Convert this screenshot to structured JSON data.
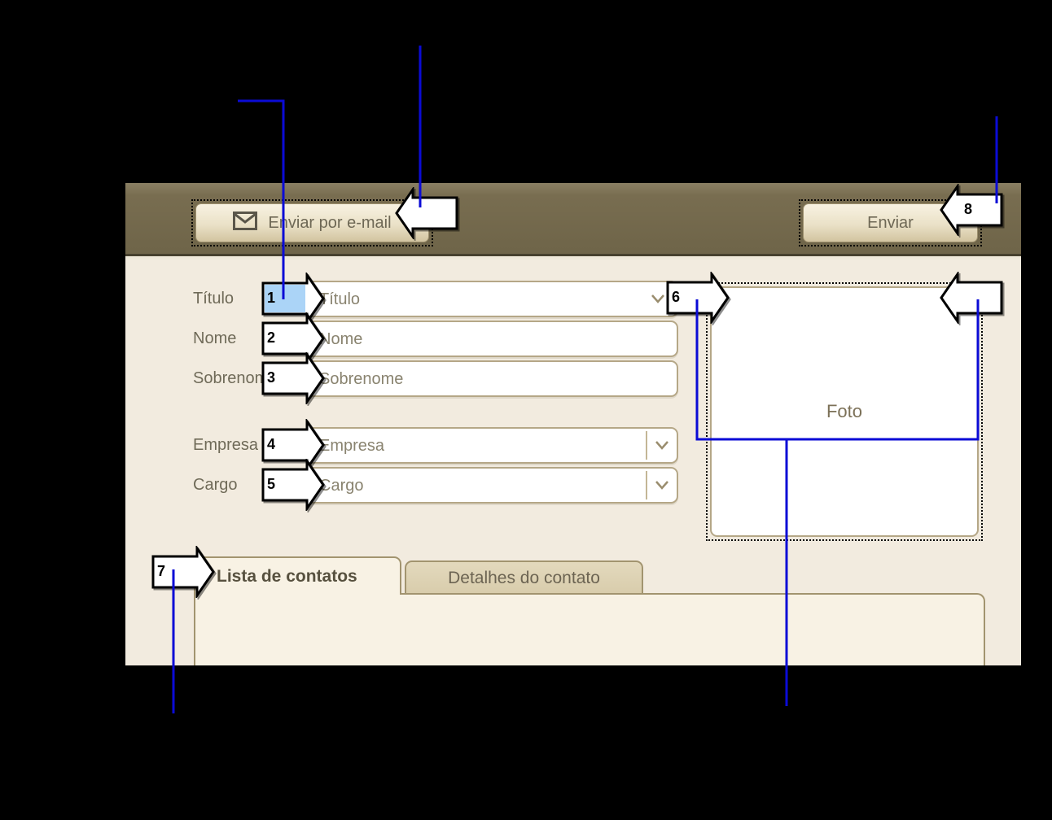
{
  "window": {
    "toolbar": {
      "email_button": "Enviar por e-mail",
      "send_button": "Enviar"
    },
    "form": {
      "fields": [
        {
          "label": "Título",
          "placeholder": "Título"
        },
        {
          "label": "Nome",
          "placeholder": "Nome"
        },
        {
          "label": "Sobrenome",
          "placeholder": "Sobrenome"
        },
        {
          "label": "Empresa",
          "placeholder": "Empresa"
        },
        {
          "label": "Cargo",
          "placeholder": "Cargo"
        }
      ],
      "photo_placeholder": "Foto"
    },
    "tabs": [
      {
        "label": "Lista de contatos",
        "active": true
      },
      {
        "label": "Detalhes do contato",
        "active": false
      }
    ]
  },
  "callouts": {
    "numbers": [
      "1",
      "2",
      "3",
      "4",
      "5",
      "6",
      "7",
      "8"
    ],
    "highlight_color": "#abd4f7",
    "line_color": "#0b0bd6"
  },
  "colors": {
    "header": "#786d50",
    "body": "#f2ebdf",
    "panel": "#f8f2e4",
    "field_border": "#b5a787",
    "background": "#000000"
  }
}
